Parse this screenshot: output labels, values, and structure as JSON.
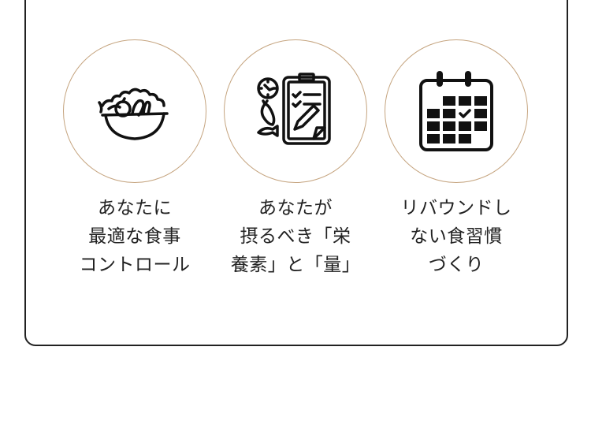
{
  "features": [
    {
      "icon": "salad-bowl-icon",
      "lines": [
        "あなたに",
        "最適な食事",
        "コントロール"
      ]
    },
    {
      "icon": "nutrition-clipboard-icon",
      "lines": [
        "あなたが",
        "摂るべき「栄",
        "養素」と「量」"
      ]
    },
    {
      "icon": "calendar-check-icon",
      "lines": [
        "リバウンドし",
        "ない食習慣",
        "づくり"
      ]
    }
  ],
  "colors": {
    "circle_border": "#c5a47f",
    "box_border": "#222222",
    "text": "#222222"
  }
}
